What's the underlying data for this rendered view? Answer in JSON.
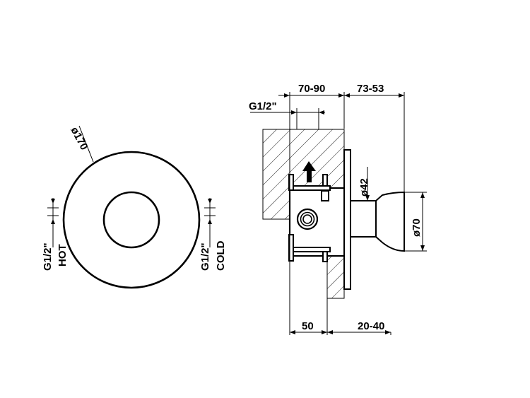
{
  "front_view": {
    "outer_diameter_label": "ø170",
    "hot_thread": "G1/2\"",
    "hot_label": "HOT",
    "cold_thread": "G1/2\"",
    "cold_label": "COLD"
  },
  "side_view": {
    "top_dims": [
      "70-90",
      "73-53"
    ],
    "thread_label": "G1/2\"",
    "handle_diameter": "ø42",
    "plate_diameter": "ø70",
    "bottom_dims": [
      "50",
      "20-40"
    ]
  },
  "colors": {
    "ink": "#000000",
    "background": "#ffffff"
  }
}
